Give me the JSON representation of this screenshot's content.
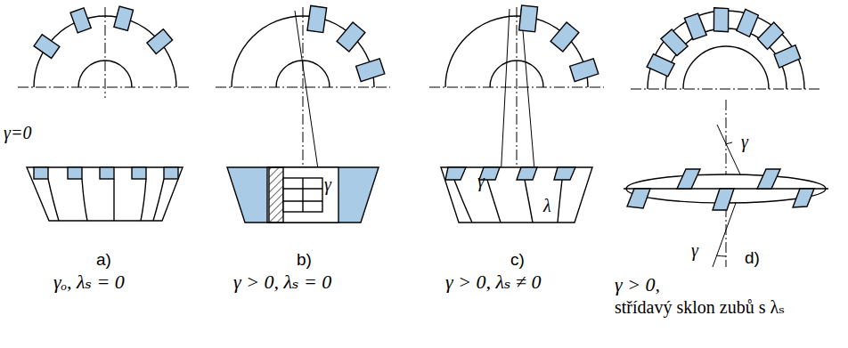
{
  "diagram": {
    "labels": [
      "γ=0",
      "a)",
      "γₒ, λₛ = 0",
      "γ",
      "b)",
      "γ > 0, λₛ = 0",
      "γ",
      "λ",
      "c)",
      "γ > 0, λₛ ≠ 0",
      "γ",
      "γ",
      "d)",
      "γ > 0,",
      "střídavý sklon zubů s λₛ"
    ]
  }
}
